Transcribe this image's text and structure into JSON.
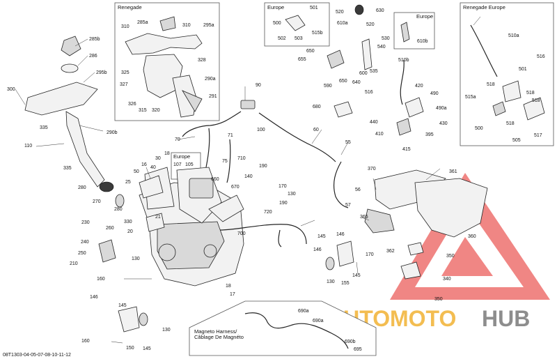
{
  "diagram_code": "08T1303-04-05-07-08-10-11-12",
  "boxes": {
    "renegade": "Renegade",
    "europe_top": "Europe",
    "europe_small": "Europe",
    "renegade_europe": "Renegade Europe",
    "europe_mid": "Europe",
    "magneto": "Magneto Harness/ Câblage De Magnéto"
  },
  "watermark": {
    "brand_a": "AUTO",
    "brand_b": "MOTO",
    "brand_c": "HUB",
    "color": "#e8423f",
    "gold": "#f2b233",
    "grey": "#7a7a7a"
  },
  "labels": {
    "l285b": "285b",
    "l286": "286",
    "l295b": "295b",
    "l300": "300",
    "l310a": "310",
    "l285a": "285a",
    "l310b": "310",
    "l295a": "295a",
    "l325": "325",
    "l328": "328",
    "l327": "327",
    "l290a": "290a",
    "l326": "326",
    "l315": "315",
    "l320": "320",
    "l291": "291",
    "l90": "90",
    "l100": "100",
    "l70": "70",
    "l71": "71",
    "l75": "75",
    "l60": "60",
    "l55": "55",
    "l56": "56",
    "l57": "57",
    "l501": "501",
    "l500": "500",
    "l502": "502",
    "l503": "503",
    "l515b": "515b",
    "l520a": "520",
    "l630": "630",
    "l610a": "610a",
    "l520b": "520",
    "l530": "530",
    "l540": "540",
    "l610b": "610b",
    "l650a": "650",
    "l655": "655",
    "l510b": "510b",
    "l590": "590",
    "l650b": "650",
    "l640": "640",
    "l600": "600",
    "l535": "535",
    "l680": "680",
    "l516a": "516",
    "l420": "420",
    "l490": "490",
    "l490a": "490a",
    "l440": "440",
    "l410": "410",
    "l430": "430",
    "l395": "395",
    "l415": "415",
    "l510a": "510a",
    "l516b": "516",
    "l501b": "501",
    "l518a": "518",
    "l515a": "515a",
    "l518b": "518",
    "l518c": "518",
    "l500b": "500",
    "l505": "505",
    "l517": "517",
    "l335a": "335",
    "l290b": "290b",
    "l110": "110",
    "l335b": "335",
    "l280a": "280",
    "l270": "270",
    "l280b": "280",
    "l25": "25",
    "l50": "50",
    "l16": "16",
    "l40": "40",
    "l30": "30",
    "l18a": "18",
    "l107": "107",
    "l105": "105",
    "l710": "710",
    "l660": "660",
    "l670": "670",
    "l140": "140",
    "l190a": "190",
    "l170a": "170",
    "l130a": "130",
    "l190b": "190",
    "l720": "720",
    "l700": "700",
    "l330": "330",
    "l21": "21",
    "l20": "20",
    "l230": "230",
    "l260": "260",
    "l240": "240",
    "l250": "250",
    "l210": "210",
    "l130b": "130",
    "l160a": "160",
    "l18b": "18",
    "l17": "17",
    "l145a": "145",
    "l146a": "146",
    "l146b": "146",
    "l170b": "170",
    "l130c": "130",
    "l155": "155",
    "l145b": "145",
    "l370": "370",
    "l361": "361",
    "l365": "365",
    "l360": "360",
    "l362": "362",
    "l350": "350",
    "l340": "340",
    "l350b": "350",
    "l146c": "146",
    "l145c": "145",
    "l130d": "130",
    "l160b": "160",
    "l150": "150",
    "l145d": "145",
    "l690a": "690a",
    "l690a2": "690a",
    "l690b": "690b",
    "l695": "695"
  }
}
